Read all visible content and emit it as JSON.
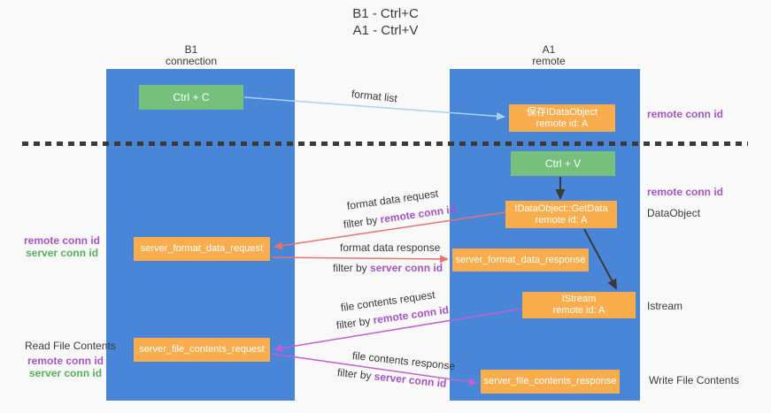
{
  "title": {
    "line1": "B1 - Ctrl+C",
    "line2": "A1 - Ctrl+V"
  },
  "lifelines": {
    "left": {
      "name": "B1",
      "role": "connection"
    },
    "right": {
      "name": "A1",
      "role": "remote"
    }
  },
  "nodes": {
    "ctrl_c": "Ctrl + C",
    "ctrl_v": "Ctrl + V",
    "save_idataobject": {
      "line1": "保存IDataObject",
      "line2": "remote id: A"
    },
    "idataobject_getdata": {
      "line1": "IDataObject::GetData",
      "line2": "remote id: A"
    },
    "istream": {
      "line1": "IStream",
      "line2": "remote id: A"
    },
    "server_format_data_request": "server_format_data_request",
    "server_format_data_response": "server_format_data_response",
    "server_file_contents_request": "server_file_contents_request",
    "server_file_contents_response": "server_file_contents_response"
  },
  "side_labels": {
    "remote_conn_id": "remote conn id",
    "server_conn_id": "server conn id",
    "dataobject": "DataObject",
    "istream": "Istream",
    "read_file_contents": "Read File Contents",
    "write_file_contents": "Write File Contents"
  },
  "arrow_labels": {
    "format_list": "format list",
    "format_data_request": "format data request",
    "format_data_response": "format data response",
    "file_contents_request": "file contents request",
    "file_contents_response": "file contents response",
    "filter_by": "filter by ",
    "remote_conn_id": "remote conn id",
    "server_conn_id": "server conn id"
  },
  "colors": {
    "bg": "#f9f9f9",
    "lifeline_blue": "#4a86d8",
    "node_orange": "#f9ad4d",
    "node_green": "#75c17c",
    "purple": "#a653c6",
    "green_text": "#55b05b",
    "red_arrow": "#e7736e",
    "magenta_arrow": "#c35fd0",
    "light_blue_arrow": "#a9d2ee",
    "dark": "#3a3a3a"
  }
}
